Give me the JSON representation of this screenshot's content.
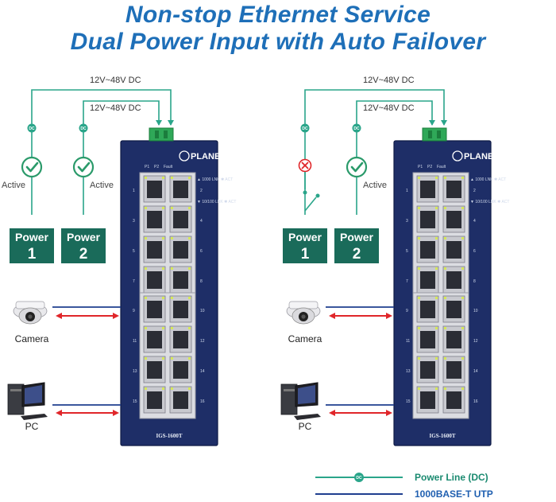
{
  "title": {
    "line1": "Non-stop Ethernet Service",
    "line2": "Dual Power Input with Auto Failover"
  },
  "colors": {
    "title": "#1e6fb8",
    "power_line": "#2aa58a",
    "utp_line": "#1f3f8f",
    "power_box": "#1a6b5a",
    "switch_body": "#1e2e67",
    "arrow": "#e0262a",
    "fault": "#e0262a",
    "ok": "#2a9a6a"
  },
  "panels": [
    {
      "dc_top_label": "12V~48V DC",
      "dc_mid_label": "12V~48V DC",
      "power1": {
        "label": "Power",
        "number": "1",
        "state": "Active",
        "status": "ok"
      },
      "power2": {
        "label": "Power",
        "number": "2",
        "state": "Active",
        "status": "ok"
      },
      "switch": {
        "brand": "PLANET",
        "model": "IGS-1600T",
        "header": [
          "P1",
          "P2",
          "Fault"
        ],
        "led_legend": [
          "1000",
          "LNK",
          "ACT",
          "10/100 LNK",
          "ACT"
        ],
        "port_numbers_left": [
          "1",
          "3",
          "5",
          "7",
          "9",
          "11",
          "13",
          "15"
        ],
        "port_numbers_right": [
          "2",
          "4",
          "6",
          "8",
          "10",
          "12",
          "14",
          "16"
        ]
      },
      "devices": [
        "Camera",
        "PC"
      ]
    },
    {
      "dc_top_label": "12V~48V DC",
      "dc_mid_label": "12V~48V DC",
      "power1": {
        "label": "Power",
        "number": "1",
        "state": "",
        "status": "fault"
      },
      "power2": {
        "label": "Power",
        "number": "2",
        "state": "Active",
        "status": "ok"
      },
      "switch": {
        "brand": "PLANET",
        "model": "IGS-1600T",
        "header": [
          "P1",
          "P2",
          "Fault"
        ],
        "led_legend": [
          "1000",
          "LNK",
          "ACT",
          "10/100 LNK",
          "ACT"
        ],
        "port_numbers_left": [
          "1",
          "3",
          "5",
          "7",
          "9",
          "11",
          "13",
          "15"
        ],
        "port_numbers_right": [
          "2",
          "4",
          "6",
          "8",
          "10",
          "12",
          "14",
          "16"
        ]
      },
      "devices": [
        "Camera",
        "PC"
      ]
    }
  ],
  "dc_badge": "DC",
  "legend": [
    {
      "label": "Power Line (DC)",
      "type": "power"
    },
    {
      "label": "1000BASE-T UTP",
      "type": "utp"
    }
  ]
}
